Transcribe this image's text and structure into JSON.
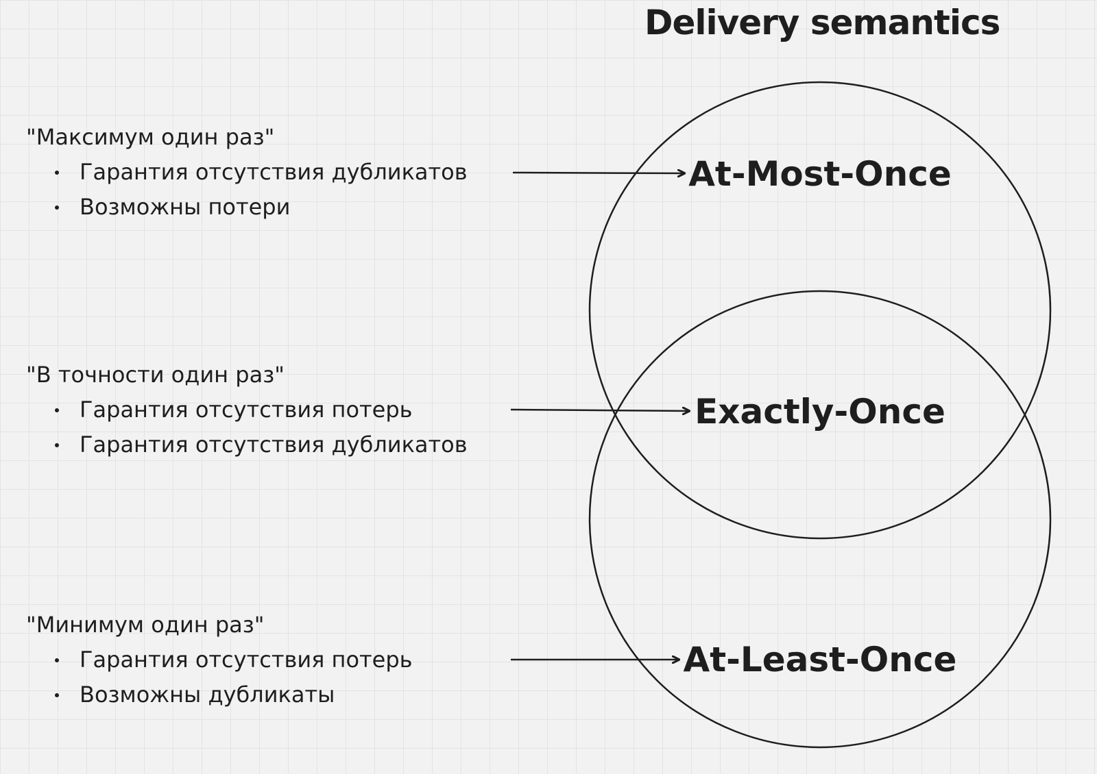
{
  "title": "Delivery semantics",
  "semantics": [
    {
      "label": "At-Most-Once",
      "heading": "\"Максимум один раз\"",
      "bullets": [
        "Гарантия отсутствия дубликатов",
        "Возможны потери"
      ]
    },
    {
      "label": "Exactly-Once",
      "heading": "\"В точности один раз\"",
      "bullets": [
        "Гарантия отсутствия потерь",
        "Гарантия отсутствия дубликатов"
      ]
    },
    {
      "label": "At-Least-Once",
      "heading": "\"Минимум один раз\"",
      "bullets": [
        "Гарантия отсутствия потерь",
        "Возможны дубликаты"
      ]
    }
  ],
  "colors": {
    "background": "#f2f2f2",
    "grid": "#e3e3e3",
    "ink": "#1e1e1e"
  }
}
